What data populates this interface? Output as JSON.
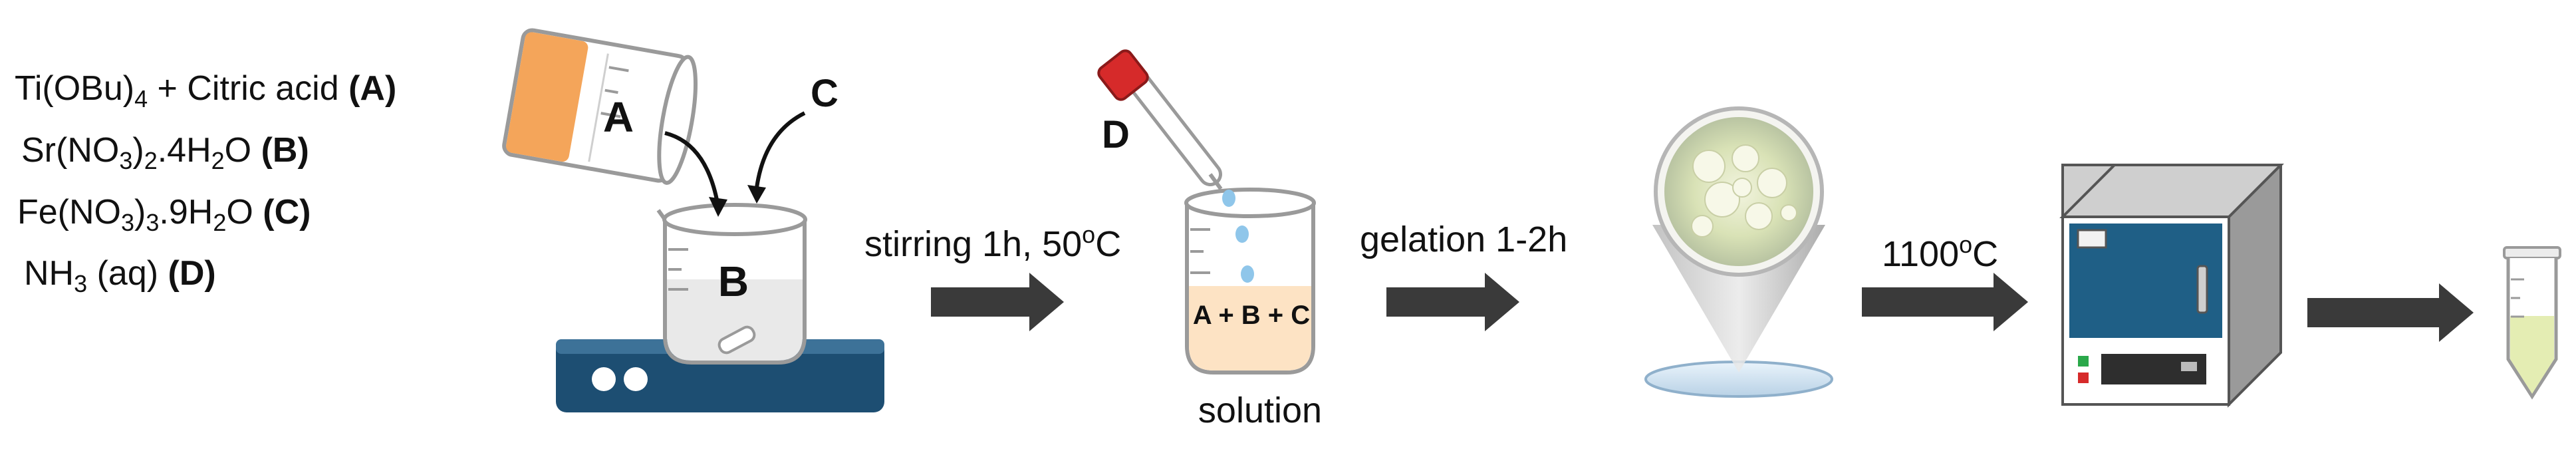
{
  "reagents": {
    "a": {
      "pre": "Ti(OBu)",
      "sub": "4",
      "post": " + Citric acid ",
      "tag": "(A)"
    },
    "b": {
      "pre": "Sr(NO",
      "sub1": "3",
      "mid": ")",
      "sub2": "2",
      "post": ".4H",
      "sub3": "2",
      "post2": "O ",
      "tag": "(B)"
    },
    "c": {
      "pre": "Fe(NO",
      "sub1": "3",
      "mid": ")",
      "sub2": "3",
      "post": ".9H",
      "sub3": "2",
      "post2": "O ",
      "tag": "(C)"
    },
    "d": {
      "pre": "NH",
      "sub": "3",
      "post": " (aq) ",
      "tag": "(D)"
    }
  },
  "labels": {
    "cup_a": "A",
    "beaker_b": "B",
    "arrow_c": "C",
    "dropper_d": "D",
    "mix": "A + B + C",
    "solution": "solution"
  },
  "steps": {
    "stirring_pre": "stirring 1h, 50",
    "stirring_deg": "o",
    "stirring_unit": "C",
    "gelation": "gelation 1-2h",
    "calcination_value": "1100",
    "calcination_deg": "o",
    "calcination_unit": "C"
  },
  "colors": {
    "arrow": "#3a3a3a",
    "cup_fill": "#f4a55a",
    "stirrer": "#1d4e72",
    "furnace_front": "#1f5f86",
    "furnace_side": "#9a9a9a",
    "dropper_cap": "#d62a2a",
    "solution": "#fde3c4",
    "product": "#e4edb3",
    "gel": "#e8edd2"
  }
}
